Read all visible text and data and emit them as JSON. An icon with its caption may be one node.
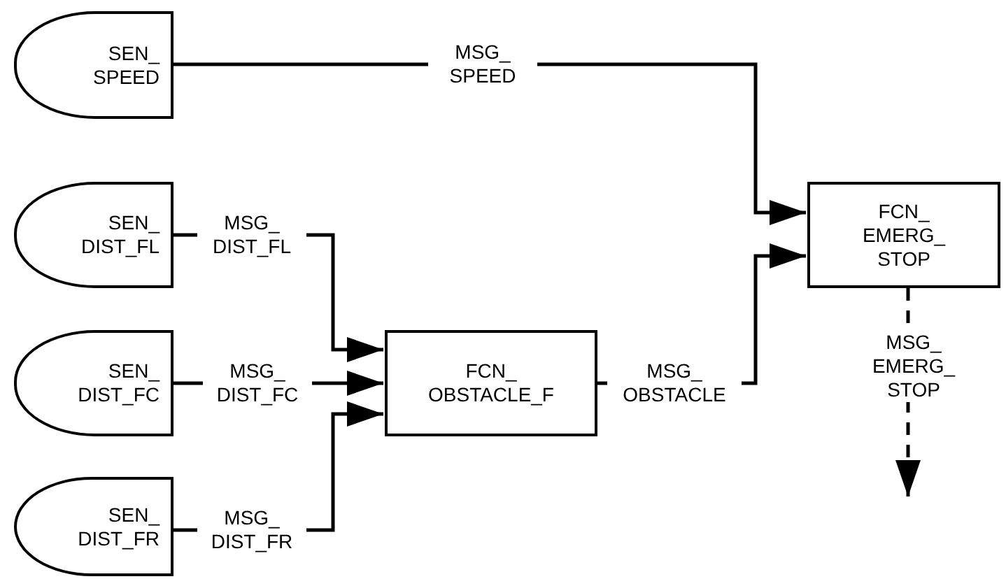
{
  "diagram": {
    "nodes": [
      {
        "text": [
          "SEN_ SPEED"
        ]
      },
      {
        "text": [
          "SEN_ DIST_FL"
        ]
      },
      {
        "text": [
          "SEN_ DIST_FC"
        ]
      },
      {
        "text": [
          "SEN_ DIST_FR"
        ]
      },
      {
        "text": [
          "FCN_ OBSTACLE_F"
        ]
      },
      {
        "text": [
          "FCN_ EMERG_ STOP"
        ]
      }
    ],
    "edges": [
      {
        "from": 0,
        "to": 5,
        "arrow": "to",
        "label": "MSG_ SPEED"
      },
      {
        "from": 1,
        "to": 4,
        "arrow": "to",
        "label": "MSG_ DIST_FL"
      },
      {
        "from": 2,
        "to": 4,
        "arrow": "to",
        "label": "MSG_ DIST_FC"
      },
      {
        "from": 3,
        "to": 4,
        "arrow": "to",
        "label": "MSG_ DIST_FR"
      },
      {
        "from": 4,
        "to": 5,
        "arrow": "to",
        "label": "MSG_ OBSTACLE"
      },
      {
        "from": 5,
        "to": null,
        "arrow": "to",
        "label": "MSG_ EMERG_ STOP",
        "style": "dashed"
      }
    ]
  }
}
